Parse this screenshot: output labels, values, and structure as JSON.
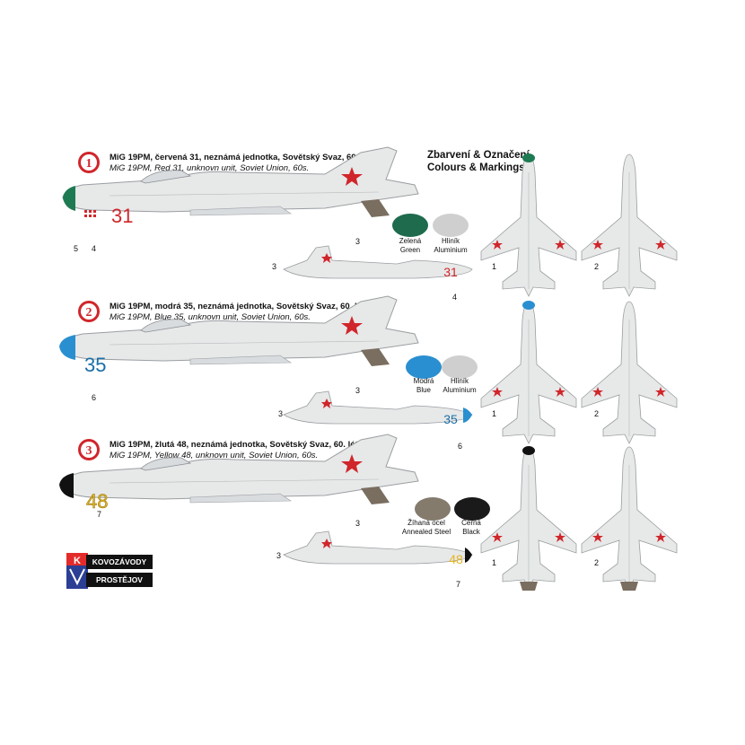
{
  "schemes": [
    {
      "badge": "1",
      "title_cz": "MiG 19PM, červená 31, neznámá jednotka, Sovětský Svaz, 60. léta.",
      "title_en": "MiG 19PM, Red 31, unknovn unit, Soviet Union, 60s.",
      "number": "31",
      "number_color": "#d0262b",
      "nose_color": "#1e7a52",
      "callouts_main": [
        "5",
        "4",
        "3"
      ],
      "callouts_small": [
        "3",
        "4"
      ],
      "callouts_plan": [
        "1",
        "2"
      ],
      "swatches": [
        {
          "name_cz": "Zelená",
          "name_en": "Green",
          "color": "#1e6b4e"
        },
        {
          "name_cz": "Hliník",
          "name_en": "Aluminium",
          "color": "#cfcfcf"
        }
      ]
    },
    {
      "badge": "2",
      "title_cz": "MiG 19PM, modrá 35, neznámá jednotka, Sovětský Svaz, 60. léta.",
      "title_en": "MiG 19PM, Blue 35, unknovn unit, Soviet Union, 60s.",
      "number": "35",
      "number_color": "#1b6fa8",
      "nose_color": "#2a8fd0",
      "callouts_main": [
        "6",
        "3"
      ],
      "callouts_small": [
        "3",
        "6"
      ],
      "callouts_plan": [
        "1",
        "2"
      ],
      "swatches": [
        {
          "name_cz": "Modrá",
          "name_en": "Blue",
          "color": "#2a8fd0"
        },
        {
          "name_cz": "Hliník",
          "name_en": "Aluminium",
          "color": "#cfcfcf"
        }
      ]
    },
    {
      "badge": "3",
      "title_cz": "MiG 19PM, žlutá 48, neznámá jednotka, Sovětský Svaz, 60. léta.",
      "title_en": "MiG 19PM, Yellow 48, unknovn unit, Soviet Union, 60s.",
      "number": "48",
      "number_color": "#e3b51e",
      "nose_color": "#111111",
      "callouts_main": [
        "7",
        "3"
      ],
      "callouts_small": [
        "3",
        "7"
      ],
      "callouts_plan": [
        "1",
        "2"
      ],
      "swatches": [
        {
          "name_cz": "Žíhaná ocel",
          "name_en": "Annealed Steel",
          "color": "#857b6d"
        },
        {
          "name_cz": "Černá",
          "name_en": "Black",
          "color": "#1a1a1a"
        }
      ]
    }
  ],
  "colours_title_cz": "Zbarvení & Označení",
  "colours_title_en": "Colours & Markings",
  "logo": {
    "line1": "KOVOZÁVODY",
    "line2": "PROSTĚJOV",
    "letter": "K"
  },
  "colors": {
    "aircraft_silver": "#e7e8e8",
    "panel_line": "#9a9ea2",
    "star_red": "#d0262b",
    "exhaust": "#7a6e60"
  }
}
